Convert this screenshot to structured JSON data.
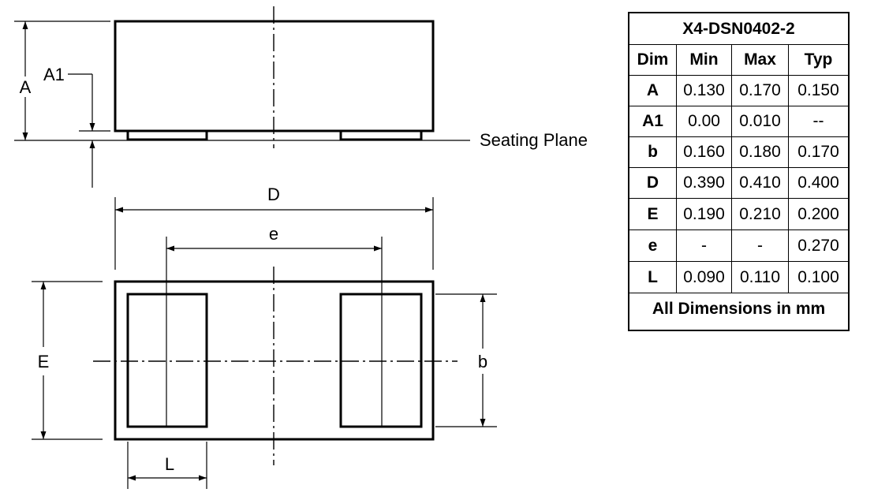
{
  "drawing": {
    "labels": {
      "A": "A",
      "A1": "A1",
      "seating_plane": "Seating Plane",
      "D": "D",
      "e": "e",
      "E": "E",
      "b": "b",
      "L": "L"
    }
  },
  "table": {
    "title": "X4-DSN0402-2",
    "headers": [
      "Dim",
      "Min",
      "Max",
      "Typ"
    ],
    "rows": [
      [
        "A",
        "0.130",
        "0.170",
        "0.150"
      ],
      [
        "A1",
        "0.00",
        "0.010",
        "--"
      ],
      [
        "b",
        "0.160",
        "0.180",
        "0.170"
      ],
      [
        "D",
        "0.390",
        "0.410",
        "0.400"
      ],
      [
        "E",
        "0.190",
        "0.210",
        "0.200"
      ],
      [
        "e",
        "-",
        "-",
        "0.270"
      ],
      [
        "L",
        "0.090",
        "0.110",
        "0.100"
      ]
    ],
    "footer": "All Dimensions in mm"
  }
}
